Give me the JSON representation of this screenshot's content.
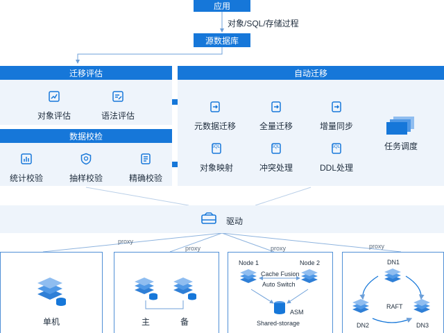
{
  "top": {
    "app_label": "应用",
    "edge_label": "对象/SQL/存储过程",
    "source_db": "源数据库"
  },
  "migration_eval": {
    "title": "迁移评估",
    "items": [
      {
        "label": "对象评估",
        "icon": "object-eval-icon"
      },
      {
        "label": "语法评估",
        "icon": "syntax-eval-icon"
      }
    ]
  },
  "data_verify": {
    "title": "数据校检",
    "items": [
      {
        "label": "统计校验",
        "icon": "statistics-icon"
      },
      {
        "label": "抽样校验",
        "icon": "sampling-icon"
      },
      {
        "label": "精确校验",
        "icon": "precise-icon"
      }
    ]
  },
  "auto_migration": {
    "title": "自动迁移",
    "items": [
      {
        "label": "元数据迁移",
        "icon": "metadata-migrate-icon"
      },
      {
        "label": "全量迁移",
        "icon": "full-migrate-icon"
      },
      {
        "label": "增量同步",
        "icon": "incremental-sync-icon"
      },
      {
        "label": "对象映射",
        "icon": "object-map-icon"
      },
      {
        "label": "冲突处理",
        "icon": "conflict-icon"
      },
      {
        "label": "DDL处理",
        "icon": "ddl-icon"
      }
    ],
    "sql_badge": "SQL",
    "task_schedule": "任务调度"
  },
  "driver": {
    "label": "驱动",
    "proxy_label": "proxy"
  },
  "topologies": {
    "single": {
      "label": "单机"
    },
    "primary_standby": {
      "primary": "主",
      "standby": "备"
    },
    "shared_storage": {
      "node1": "Node 1",
      "node2": "Node 2",
      "cache_fusion": "Cache Fusion",
      "auto_switch": "Auto Switch",
      "asm": "ASM",
      "shared": "Shared-storage"
    },
    "raft": {
      "dn1": "DN1",
      "dn2": "DN2",
      "dn3": "DN3",
      "raft": "RAFT"
    }
  },
  "colors": {
    "primary": "#1677d9",
    "panel": "#eef4fb",
    "border": "#4f8fd6"
  }
}
